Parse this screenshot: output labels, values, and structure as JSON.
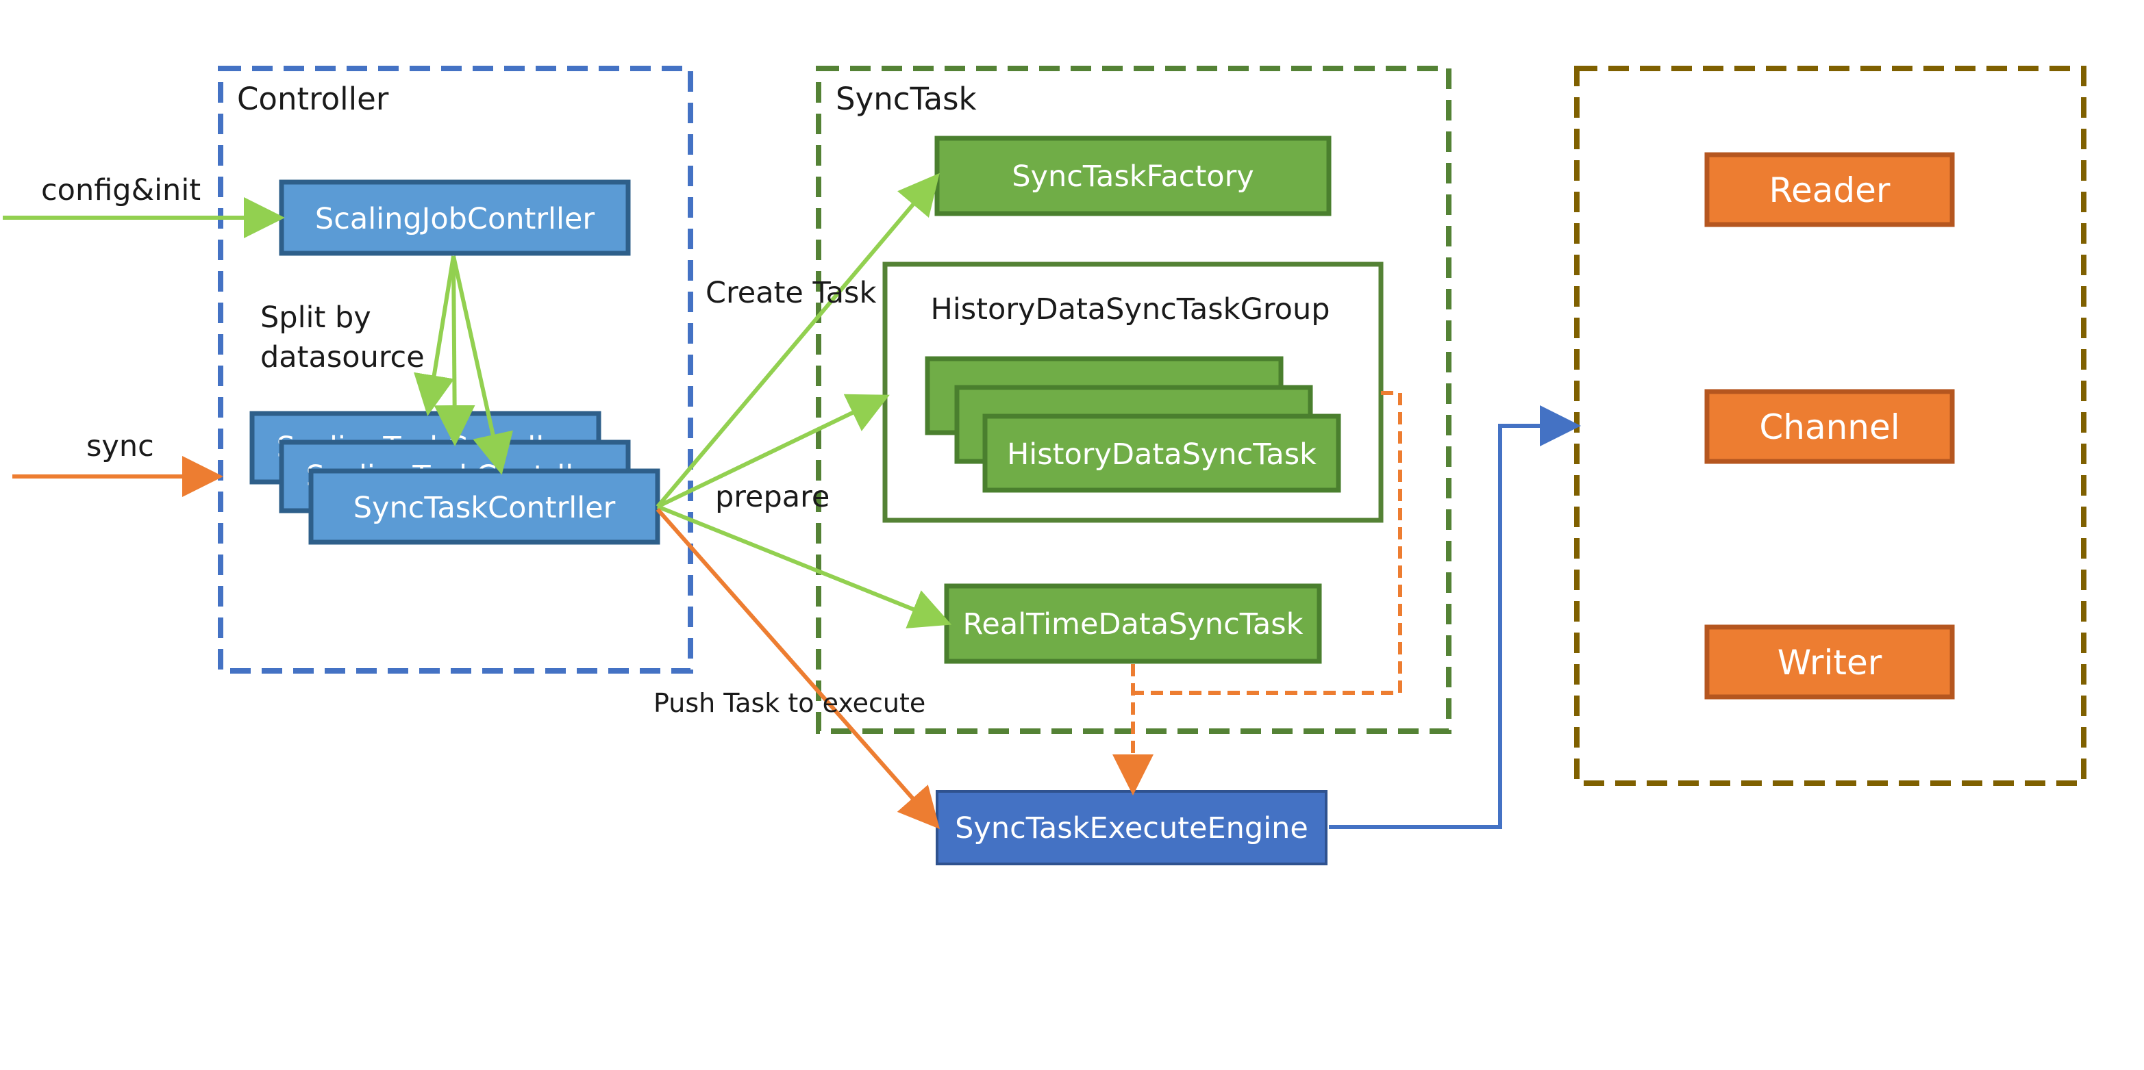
{
  "containers": {
    "controller": {
      "title": "Controller"
    },
    "synctask": {
      "title": "SyncTask"
    },
    "right": {
      "title": ""
    }
  },
  "boxes": {
    "scaling_job_controller": "ScalingJobContrller",
    "scaling_task_controller_back_1": "ScalingTaskContrller",
    "scaling_task_controller_back_2": "ScalingTaskContrller",
    "sync_task_controller": "SyncTaskContrller",
    "sync_task_factory": "SyncTaskFactory",
    "history_group_title": "HistoryDataSyncTaskGroup",
    "history_task": "HistoryDataSyncTask",
    "realtime_task": "RealTimeDataSyncTask",
    "execute_engine": "SyncTaskExecuteEngine",
    "reader": "Reader",
    "channel": "Channel",
    "writer": "Writer"
  },
  "labels": {
    "config_init": "config&init",
    "sync": "sync",
    "split_line1": "Split by",
    "split_line2": "datasource",
    "create_task": "Create Task",
    "prepare": "prepare",
    "push_task": "Push Task to execute"
  },
  "colors": {
    "blue_fill": "#5B9BD5",
    "blue_border": "#2E5F8A",
    "green_fill": "#70AD47",
    "green_border": "#4A7F2E",
    "orange_fill": "#ED7D31",
    "orange_border": "#B5561F",
    "engine_fill": "#4472C4",
    "controller_dash": "#4472C4",
    "synctask_dash": "#548235",
    "right_dash": "#7F6000",
    "arrow_green": "#92D050",
    "arrow_orange": "#ED7D31",
    "arrow_blue": "#4472C4"
  }
}
